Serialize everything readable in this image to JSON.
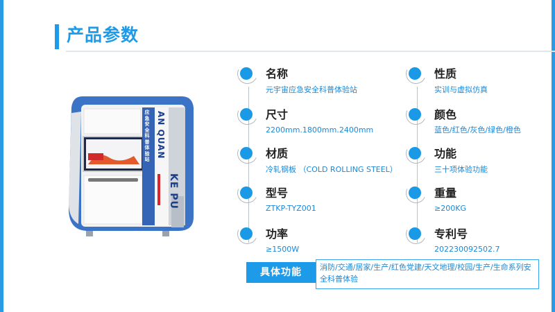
{
  "header": {
    "title": "产品参数"
  },
  "specs": [
    {
      "label": "名称",
      "value": "元宇宙应急安全科普体验站"
    },
    {
      "label": "性质",
      "value": "实训与虚拟仿真"
    },
    {
      "label": "尺寸",
      "value": "2200mm.1800mm.2400mm"
    },
    {
      "label": "颜色",
      "value": "蓝色/红色/灰色/绿色/橙色"
    },
    {
      "label": "材质",
      "value": "冷轧钢板 （COLD ROLLING STEEL）"
    },
    {
      "label": "功能",
      "value": "三十项体验功能"
    },
    {
      "label": "型号",
      "value": "ZTKP-TYZ001"
    },
    {
      "label": "重量",
      "value": "≥200KG"
    },
    {
      "label": "功率",
      "value": "≥1500W"
    },
    {
      "label": "专利号",
      "value": "202230092502.7"
    }
  ],
  "functions": {
    "title": "具体功能",
    "text": "消防/交通/居家/生产/红色党建/天文地理/校园/生产/生命系列安全科普体验"
  },
  "machine": {
    "vertical_text": "应急安全科普体验站",
    "brand_top": "AN QUAN",
    "brand_bottom": "KE PU",
    "body_color": "#3b73c7",
    "panel_color": "#f2f2f2"
  },
  "colors": {
    "accent": "#1e9be8",
    "value_text": "#1c88d6"
  }
}
